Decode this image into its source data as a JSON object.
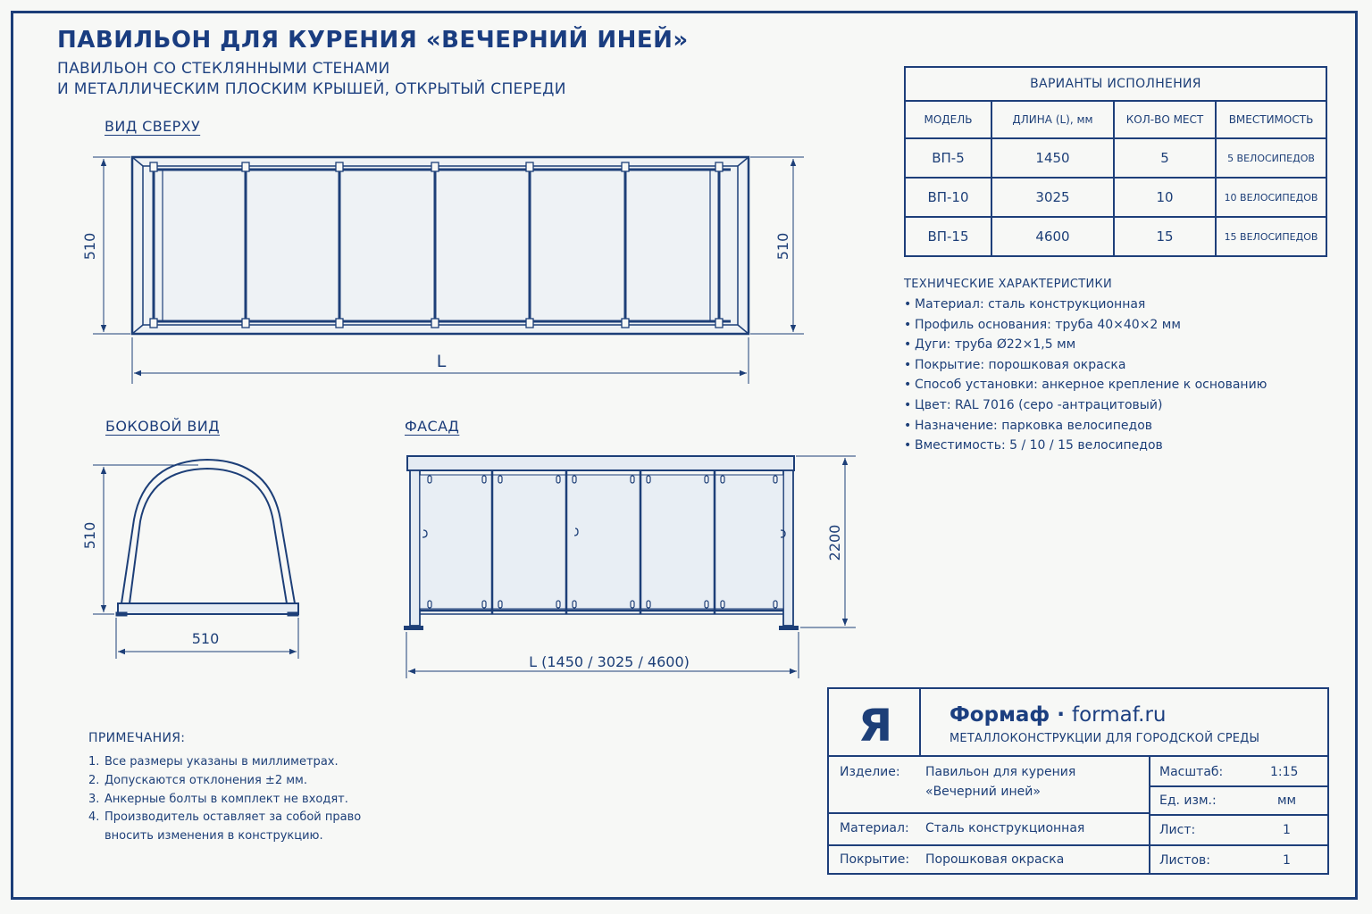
{
  "header": {
    "title": "ПАВИЛЬОН ДЛЯ КУРЕНИЯ «ВЕЧЕРНИЙ ИНЕЙ»",
    "subtitle_line1": "ПАВИЛЬОН СО СТЕКЛЯННЫМИ СТЕНАМИ",
    "subtitle_line2": "И МЕТАЛЛИЧЕСКИМ ПЛОСКИМ КРЫШЕЙ, ОТКРЫТЫЙ СПЕРЕДИ"
  },
  "views": {
    "top": {
      "label": "ВИД СВЕРХУ",
      "dim_left": "510",
      "dim_right": "510",
      "dim_bottom": "L"
    },
    "side": {
      "label": "БОКОВОЙ ВИД",
      "dim_height": "510",
      "dim_width": "510"
    },
    "front": {
      "label": "ФАСАД",
      "dim_height": "2200",
      "dim_length": "L (1450 / 3025 / 4600)"
    }
  },
  "variants": {
    "caption": "ВАРИАНТЫ ИСПОЛНЕНИЯ",
    "headers": [
      "МОДЕЛЬ",
      "ДЛИНА (L), мм",
      "КОЛ-ВО МЕСТ",
      "ВМЕСТИМОСТЬ"
    ],
    "rows": [
      [
        "ВП-5",
        "1450",
        "5",
        "5 ВЕЛОСИПЕДОВ"
      ],
      [
        "ВП-10",
        "3025",
        "10",
        "10 ВЕЛОСИПЕДОВ"
      ],
      [
        "ВП-15",
        "4600",
        "15",
        "15 ВЕЛОСИПЕДОВ"
      ]
    ]
  },
  "tech": {
    "title": "ТЕХНИЧЕСКИЕ ХАРАКТЕРИСТИКИ",
    "items": [
      "Материал: сталь конструкционная",
      "Профиль основания: труба 40×40×2 мм",
      "Дуги: труба Ø22×1,5 мм",
      "Покрытие: порошковая окраска",
      "Способ установки: анкерное крепление к основанию",
      "Цвет: RAL 7016 (серо -антрацитовый)",
      "Назначение: парковка велосипедов",
      "Вместимость: 5 / 10 / 15 велосипедов"
    ]
  },
  "notes": {
    "title": "ПРИМЕЧАНИЯ:",
    "items": [
      {
        "num": "1.",
        "text": "Все размеры указаны в миллиметрах."
      },
      {
        "num": "2.",
        "text": "Допускаются отклонения ±2 мм."
      },
      {
        "num": "3.",
        "text": "Анкерные болты в комплект не входят."
      },
      {
        "num": "4.",
        "text": "Производитель оставляет за собой право",
        "cont": "вносить изменения в конструкцию."
      }
    ]
  },
  "title_block": {
    "logo_glyph": "Я",
    "brand": "Формаф",
    "separator": " · ",
    "site": "formaf.ru",
    "tagline": "МЕТАЛЛОКОНСТРУКЦИИ ДЛЯ ГОРОДСКОЙ СРЕДЫ",
    "product_label": "Изделие:",
    "product_line1": "Павильон для курения",
    "product_line2": "«Вечерний иней»",
    "material_label": "Материал:",
    "material_value": "Сталь конструкционная",
    "coating_label": "Покрытие:",
    "coating_value": "Порошковая окраска",
    "scale_label": "Масштаб:",
    "scale_value": "1:15",
    "unit_label": "Ед. изм.:",
    "unit_value": "мм",
    "sheet_label": "Лист:",
    "sheet_value": "1",
    "sheets_label": "Листов:",
    "sheets_value": "1"
  },
  "colors": {
    "ink": "#1d3f78",
    "paper": "#f7f8f6",
    "glass": "#e4ebf3"
  }
}
